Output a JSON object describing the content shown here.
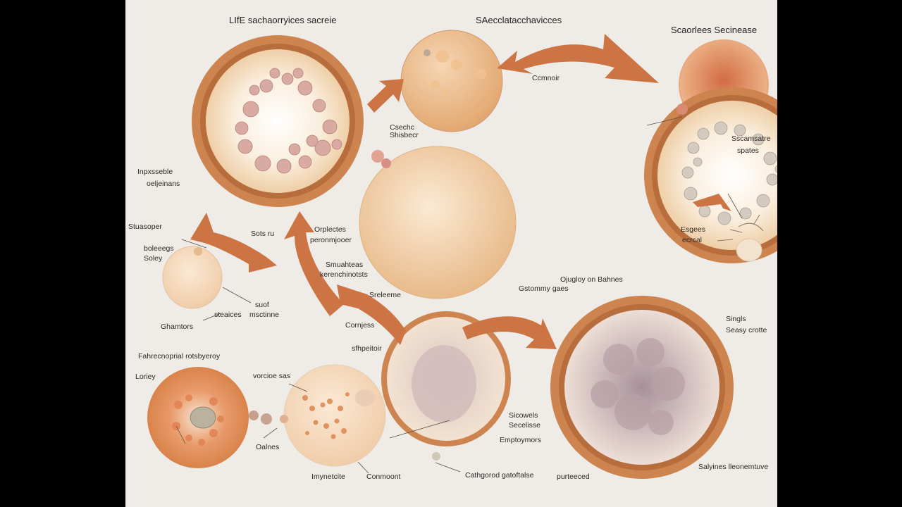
{
  "colors": {
    "background": "#efebe6",
    "letterbox": "#000000",
    "ring": "#c47a45",
    "arrow": "#cc7444",
    "cell_interior": "#f8ebd8",
    "cell_fill": "#e8b888",
    "organelle": "#d8a6a0"
  },
  "titles": {
    "left": "LIfE sachaorryices sacreie",
    "center": "SAecclatacchavicces",
    "right": "Scaorlees Secinease"
  },
  "labels": {
    "comnoir": "Ccmnoir",
    "cseche": "Csechc",
    "shisbecr": "Shisbecr",
    "inprssebsle": "Inpxsseble",
    "oeljeinans": "oeljeinans",
    "stuasoper": "Stuasoper",
    "boleeges": "boleeegs",
    "soley": "Soley",
    "sots_ru": "Sots ru",
    "orplects": "Orplectes",
    "peronmjooer": "peronmjooer",
    "smuahteas": "Smuahteas",
    "keranchinotsts": "kerenchinotsts",
    "sreleeme": "Sreleeme",
    "cornjess": "Cornjess",
    "sthpeitoir": "sfhpeitoir",
    "sscamsatre": "Sscamsatre",
    "spates": "spates",
    "esgees": "Esgees",
    "ecrcal": "ecrcal",
    "ojugloy": "Ojugloy on Bahnes",
    "gstommy": "Gstommy gaes",
    "suof": "suof",
    "steaices": "steaices",
    "msctinne": "msctinne",
    "ghamtors": "Ghamtors",
    "fahrecnoprial": "Fahrecnoprial rotsbyeroy",
    "loriey": "Loriey",
    "vorcioe_sas": "vorcioe sas",
    "oalnes": "Oalnes",
    "imynetcitle": "Imynetcite",
    "conmoont": "Conmoont",
    "cathgorod": "Cathgorod gatoftalse",
    "sicowels": "Sicowels",
    "secelisse": "Secelisse",
    "emptoymors": "Emptoymors",
    "singls": "Singls",
    "seasy_crotte": "Seasy crotte",
    "salyines": "Salyines lleonemtuve",
    "purteeced": "purteeced"
  }
}
